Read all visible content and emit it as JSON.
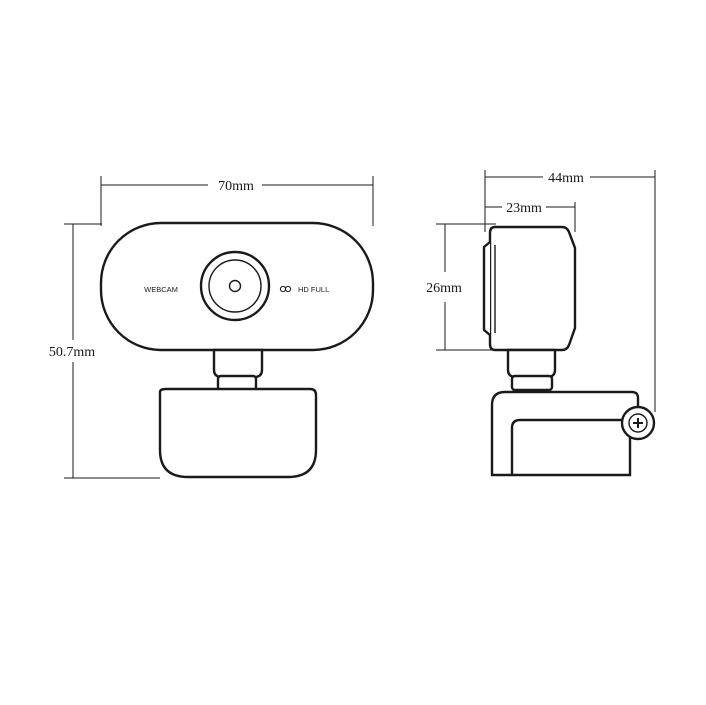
{
  "front_view": {
    "width_dimension": "70mm",
    "height_dimension": "50.7mm",
    "left_label": "WEBCAM",
    "right_label": "HD FULL"
  },
  "side_view": {
    "overall_depth_dimension": "44mm",
    "body_depth_dimension": "23mm",
    "body_height_dimension": "26mm"
  }
}
